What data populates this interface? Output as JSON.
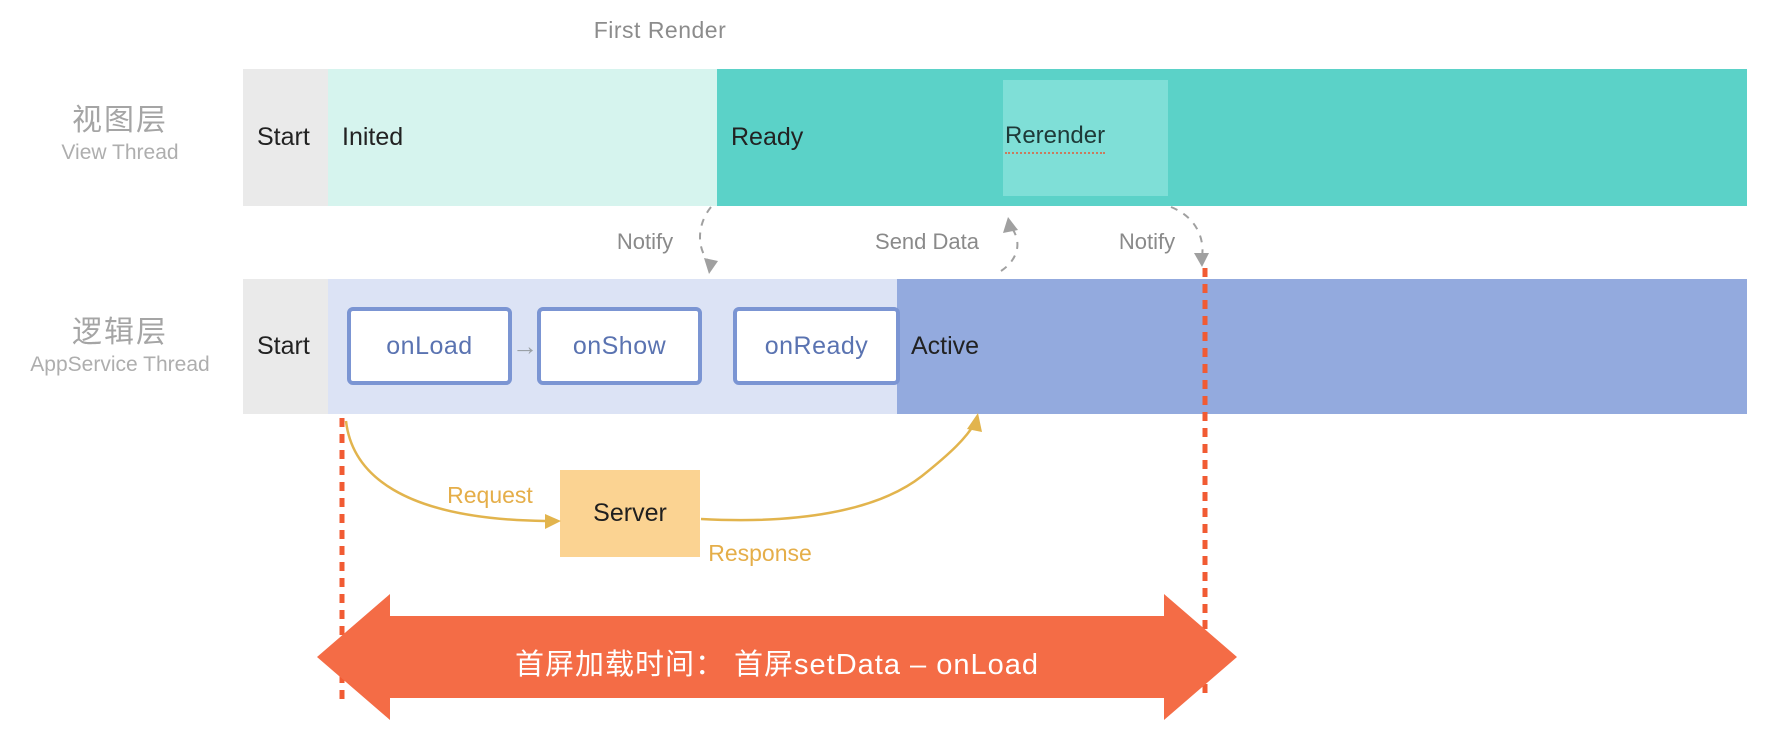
{
  "page": {
    "title_top": "First Render"
  },
  "view_thread": {
    "label_zh": "视图层",
    "label_en": "View Thread",
    "segments": {
      "start": "Start",
      "inited": "Inited",
      "ready": "Ready"
    },
    "rerender": "Rerender"
  },
  "logic_thread": {
    "label_zh": "逻辑层",
    "label_en": "AppService Thread",
    "segments": {
      "start": "Start",
      "active": "Active"
    },
    "lifecycle": {
      "onload": "onLoad",
      "onshow": "onShow",
      "onready": "onReady"
    },
    "arrow_glyph": "→"
  },
  "messages": {
    "notify_left": "Notify",
    "send_data": "Send Data",
    "notify_right": "Notify"
  },
  "server_flow": {
    "server": "Server",
    "request": "Request",
    "response": "Response"
  },
  "measure": {
    "label": "首屏加载时间： 首屏setData – onLoad"
  },
  "colors": {
    "start_gray": "#eaeaea",
    "inited_mint": "#d6f4ee",
    "ready_teal": "#5bd2c8",
    "rerender_teal": "#7fdfd7",
    "pending_lavender": "#dce3f5",
    "active_purple": "#93aade",
    "box_border_blue": "#7b95d3",
    "box_text_blue": "#5a73b1",
    "message_gray": "#8a8a8a",
    "arc_gray": "#a0a0a0",
    "gold": "#e2b44d",
    "server_fill": "#fbd392",
    "orange_dash": "#f15b33",
    "arrow_orange": "#f46c46"
  }
}
